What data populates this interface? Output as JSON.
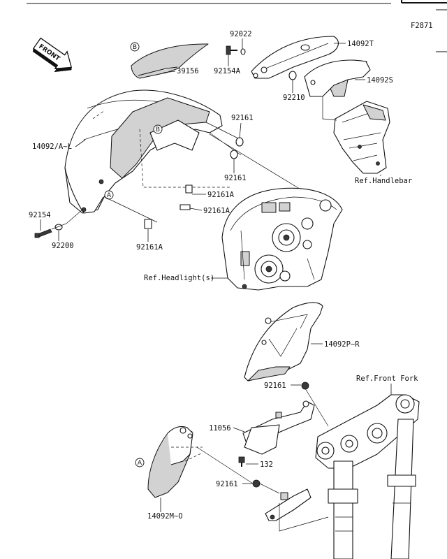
{
  "figure_code": "F2871",
  "front_label": "FRONT",
  "callouts": [
    "A",
    "B"
  ],
  "parts": [
    {
      "id": "p39156",
      "label": "39156"
    },
    {
      "id": "p92022",
      "label": "92022"
    },
    {
      "id": "p92154A",
      "label": "92154A"
    },
    {
      "id": "p14092T",
      "label": "14092T"
    },
    {
      "id": "p92210",
      "label": "92210"
    },
    {
      "id": "p14092S",
      "label": "14092S"
    },
    {
      "id": "p14092AL",
      "label": "14092/A~L"
    },
    {
      "id": "p92161a",
      "label": "92161"
    },
    {
      "id": "p92161b",
      "label": "92161"
    },
    {
      "id": "p92161A1",
      "label": "92161A"
    },
    {
      "id": "p92161A2",
      "label": "92161A"
    },
    {
      "id": "p92154",
      "label": "92154"
    },
    {
      "id": "p92200",
      "label": "92200"
    },
    {
      "id": "p92161A3",
      "label": "92161A"
    },
    {
      "id": "p14092PR",
      "label": "14092P~R"
    },
    {
      "id": "p92161c",
      "label": "92161"
    },
    {
      "id": "p11056",
      "label": "11056"
    },
    {
      "id": "p132",
      "label": "132"
    },
    {
      "id": "p92161d",
      "label": "92161"
    },
    {
      "id": "p14092MO",
      "label": "14092M~O"
    }
  ],
  "references": [
    {
      "id": "ref-handlebar",
      "label": "Ref.Handlebar"
    },
    {
      "id": "ref-headlight",
      "label": "Ref.Headlight(s)"
    },
    {
      "id": "ref-front-fork",
      "label": "Ref.Front Fork"
    }
  ]
}
